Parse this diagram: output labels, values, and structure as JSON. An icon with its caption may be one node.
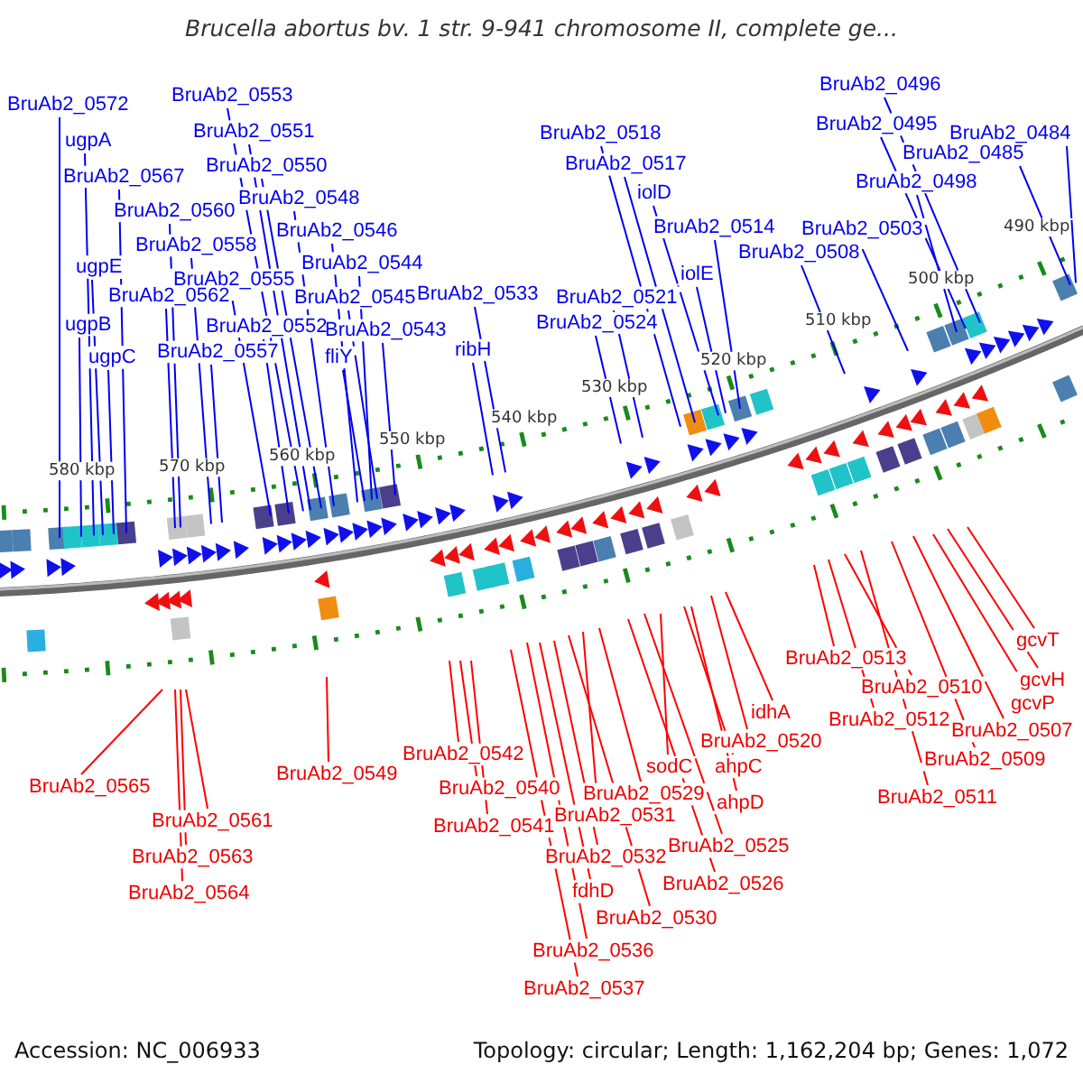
{
  "diagram": {
    "title": "Brucella abortus bv. 1 str. 9-941 chromosome II, complete ge...",
    "nodes": [
      {
        "text": [
          "BruAb2_0572"
        ]
      },
      {
        "text": [
          "ugpA"
        ]
      },
      {
        "text": [
          "BruAb2_0567"
        ]
      },
      {
        "text": [
          "BruAb2_0560"
        ]
      },
      {
        "text": [
          "BruAb2_0558"
        ]
      },
      {
        "text": [
          "ugpE"
        ]
      },
      {
        "text": [
          "BruAb2_0555"
        ]
      },
      {
        "text": [
          "BruAb2_0562"
        ]
      },
      {
        "text": [
          "ugpB"
        ]
      },
      {
        "text": [
          "BruAb2_0552"
        ]
      },
      {
        "text": [
          "BruAb2_0557"
        ]
      },
      {
        "text": [
          "ugpC"
        ]
      },
      {
        "text": [
          "BruAb2_0553"
        ]
      },
      {
        "text": [
          "BruAb2_0551"
        ]
      },
      {
        "text": [
          "BruAb2_0550"
        ]
      },
      {
        "text": [
          "BruAb2_0548"
        ]
      },
      {
        "text": [
          "BruAb2_0546"
        ]
      },
      {
        "text": [
          "BruAb2_0544"
        ]
      },
      {
        "text": [
          "BruAb2_0545"
        ]
      },
      {
        "text": [
          "BruAb2_0543"
        ]
      },
      {
        "text": [
          "fliY"
        ]
      },
      {
        "text": [
          "BruAb2_0533"
        ]
      },
      {
        "text": [
          "ribH"
        ]
      },
      {
        "text": [
          "BruAb2_0518"
        ]
      },
      {
        "text": [
          "BruAb2_0517"
        ]
      },
      {
        "text": [
          "iolD"
        ]
      },
      {
        "text": [
          "BruAb2_0514"
        ]
      },
      {
        "text": [
          "iolE"
        ]
      },
      {
        "text": [
          "BruAb2_0521"
        ]
      },
      {
        "text": [
          "BruAb2_0524"
        ]
      },
      {
        "text": [
          "BruAb2_0508"
        ]
      },
      {
        "text": [
          "BruAb2_0503"
        ]
      },
      {
        "text": [
          "BruAb2_0496"
        ]
      },
      {
        "text": [
          "BruAb2_0495"
        ]
      },
      {
        "text": [
          "BruAb2_0498"
        ]
      },
      {
        "text": [
          "BruAb2_0485"
        ]
      },
      {
        "text": [
          "BruAb2_0484"
        ]
      },
      {
        "text": [
          "BruAb2_0565"
        ]
      },
      {
        "text": [
          "BruAb2_0561"
        ]
      },
      {
        "text": [
          "BruAb2_0563"
        ]
      },
      {
        "text": [
          "BruAb2_0564"
        ]
      },
      {
        "text": [
          "BruAb2_0549"
        ]
      },
      {
        "text": [
          "BruAb2_0542"
        ]
      },
      {
        "text": [
          "BruAb2_0540"
        ]
      },
      {
        "text": [
          "BruAb2_0541"
        ]
      },
      {
        "text": [
          "BruAb2_0537"
        ]
      },
      {
        "text": [
          "BruAb2_0536"
        ]
      },
      {
        "text": [
          "fdhD"
        ]
      },
      {
        "text": [
          "BruAb2_0532"
        ]
      },
      {
        "text": [
          "BruAb2_0530"
        ]
      },
      {
        "text": [
          "BruAb2_0531"
        ]
      },
      {
        "text": [
          "BruAb2_0529"
        ]
      },
      {
        "text": [
          "BruAb2_0526"
        ]
      },
      {
        "text": [
          "BruAb2_0525"
        ]
      },
      {
        "text": [
          "sodC"
        ]
      },
      {
        "text": [
          "ahpC"
        ]
      },
      {
        "text": [
          "ahpD"
        ]
      },
      {
        "text": [
          "BruAb2_0520"
        ]
      },
      {
        "text": [
          "idhA"
        ]
      },
      {
        "text": [
          "BruAb2_0513"
        ]
      },
      {
        "text": [
          "BruAb2_0512"
        ]
      },
      {
        "text": [
          "BruAb2_0510"
        ]
      },
      {
        "text": [
          "BruAb2_0511"
        ]
      },
      {
        "text": [
          "BruAb2_0509"
        ]
      },
      {
        "text": [
          "BruAb2_0507"
        ]
      },
      {
        "text": [
          "gcvP"
        ]
      },
      {
        "text": [
          "gcvH"
        ]
      },
      {
        "text": [
          "gcvT"
        ]
      }
    ],
    "edges": [
      {
        "from": 0,
        "to": null,
        "arrow": "none"
      },
      {
        "from": 1,
        "to": null,
        "arrow": "none"
      },
      {
        "from": 2,
        "to": null,
        "arrow": "none"
      },
      {
        "from": 3,
        "to": null,
        "arrow": "none"
      },
      {
        "from": 4,
        "to": null,
        "arrow": "none"
      },
      {
        "from": 5,
        "to": null,
        "arrow": "none"
      },
      {
        "from": 6,
        "to": null,
        "arrow": "none"
      },
      {
        "from": 7,
        "to": null,
        "arrow": "none"
      },
      {
        "from": 8,
        "to": null,
        "arrow": "none"
      },
      {
        "from": 9,
        "to": null,
        "arrow": "none"
      },
      {
        "from": 10,
        "to": null,
        "arrow": "none"
      },
      {
        "from": 11,
        "to": null,
        "arrow": "none"
      },
      {
        "from": 12,
        "to": null,
        "arrow": "none"
      },
      {
        "from": 13,
        "to": null,
        "arrow": "none"
      },
      {
        "from": 14,
        "to": null,
        "arrow": "none"
      },
      {
        "from": 15,
        "to": null,
        "arrow": "none"
      },
      {
        "from": 16,
        "to": null,
        "arrow": "none"
      },
      {
        "from": 17,
        "to": null,
        "arrow": "none"
      },
      {
        "from": 18,
        "to": null,
        "arrow": "none"
      },
      {
        "from": 19,
        "to": null,
        "arrow": "none"
      },
      {
        "from": 20,
        "to": null,
        "arrow": "none"
      },
      {
        "from": 21,
        "to": null,
        "arrow": "none"
      },
      {
        "from": 22,
        "to": null,
        "arrow": "none"
      },
      {
        "from": 23,
        "to": null,
        "arrow": "none"
      },
      {
        "from": 24,
        "to": null,
        "arrow": "none"
      },
      {
        "from": 25,
        "to": null,
        "arrow": "none"
      },
      {
        "from": 26,
        "to": null,
        "arrow": "none"
      },
      {
        "from": 27,
        "to": null,
        "arrow": "none"
      },
      {
        "from": 28,
        "to": null,
        "arrow": "none"
      },
      {
        "from": 29,
        "to": null,
        "arrow": "none"
      },
      {
        "from": 30,
        "to": null,
        "arrow": "none"
      },
      {
        "from": 31,
        "to": null,
        "arrow": "none"
      },
      {
        "from": 32,
        "to": null,
        "arrow": "none"
      },
      {
        "from": 33,
        "to": null,
        "arrow": "none"
      },
      {
        "from": 34,
        "to": null,
        "arrow": "none"
      },
      {
        "from": 35,
        "to": null,
        "arrow": "none"
      },
      {
        "from": 36,
        "to": null,
        "arrow": "none"
      },
      {
        "from": 37,
        "to": null,
        "arrow": "none",
        "color": "#ff0000"
      },
      {
        "from": 38,
        "to": null,
        "arrow": "none",
        "color": "#ff0000"
      },
      {
        "from": 39,
        "to": null,
        "arrow": "none",
        "color": "#ff0000"
      },
      {
        "from": 40,
        "to": null,
        "arrow": "none",
        "color": "#ff0000"
      },
      {
        "from": 41,
        "to": null,
        "arrow": "none",
        "color": "#ff0000"
      },
      {
        "from": 42,
        "to": null,
        "arrow": "none",
        "color": "#ff0000"
      },
      {
        "from": 43,
        "to": null,
        "arrow": "none",
        "color": "#ff0000"
      },
      {
        "from": 44,
        "to": null,
        "arrow": "none",
        "color": "#ff0000"
      },
      {
        "from": 45,
        "to": null,
        "arrow": "none",
        "color": "#ff0000"
      },
      {
        "from": 46,
        "to": null,
        "arrow": "none",
        "color": "#ff0000"
      },
      {
        "from": 47,
        "to": null,
        "arrow": "none",
        "color": "#ff0000"
      },
      {
        "from": 48,
        "to": null,
        "arrow": "none",
        "color": "#ff0000"
      },
      {
        "from": 49,
        "to": null,
        "arrow": "none",
        "color": "#ff0000"
      },
      {
        "from": 50,
        "to": null,
        "arrow": "none",
        "color": "#ff0000"
      },
      {
        "from": 51,
        "to": null,
        "arrow": "none",
        "color": "#ff0000"
      },
      {
        "from": 52,
        "to": null,
        "arrow": "none",
        "color": "#ff0000"
      },
      {
        "from": 53,
        "to": null,
        "arrow": "none",
        "color": "#ff0000"
      },
      {
        "from": 54,
        "to": null,
        "arrow": "none",
        "color": "#ff0000"
      },
      {
        "from": 55,
        "to": null,
        "arrow": "none",
        "color": "#ff0000"
      },
      {
        "from": 56,
        "to": null,
        "arrow": "none",
        "color": "#ff0000"
      },
      {
        "from": 57,
        "to": null,
        "arrow": "none",
        "color": "#ff0000"
      },
      {
        "from": 58,
        "to": null,
        "arrow": "none",
        "color": "#ff0000"
      },
      {
        "from": 59,
        "to": null,
        "arrow": "none",
        "color": "#ff0000"
      },
      {
        "from": 60,
        "to": null,
        "arrow": "none",
        "color": "#ff0000"
      },
      {
        "from": 61,
        "to": null,
        "arrow": "none",
        "color": "#ff0000"
      },
      {
        "from": 62,
        "to": null,
        "arrow": "none",
        "color": "#ff0000"
      },
      {
        "from": 63,
        "to": null,
        "arrow": "none",
        "color": "#ff0000"
      },
      {
        "from": 64,
        "to": null,
        "arrow": "none",
        "color": "#ff0000"
      },
      {
        "from": 65,
        "to": null,
        "arrow": "none",
        "color": "#ff0000"
      },
      {
        "from": 66,
        "to": null,
        "arrow": "none",
        "color": "#ff0000"
      },
      {
        "from": 67,
        "to": null,
        "arrow": "none",
        "color": "#ff0000"
      }
    ],
    "labels": [
      "490 kbp",
      "500 kbp",
      "510 kbp",
      "520 kbp",
      "530 kbp",
      "540 kbp",
      "550 kbp",
      "560 kbp",
      "570 kbp",
      "580 kbp",
      "Accession: NC_006933",
      "Topology: circular; Length: 1,162,204 bp; Genes: 1,072"
    ]
  }
}
